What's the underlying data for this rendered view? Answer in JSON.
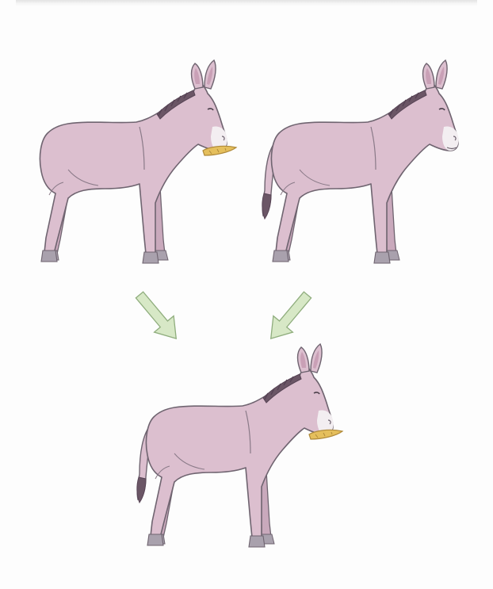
{
  "diagram": {
    "parents": [
      {
        "id": "parent-left",
        "tail": "absent",
        "carrot": "present"
      },
      {
        "id": "parent-right",
        "tail": "present",
        "carrot": "absent"
      }
    ],
    "offspring": {
      "id": "offspring",
      "tail": "present",
      "carrot": "present"
    },
    "arrows": [
      "parent-left-to-offspring",
      "parent-right-to-offspring"
    ],
    "colors": {
      "body": "#dcbfcf",
      "outline": "#6f6470",
      "mane": "#6b5666",
      "hoof": "#a9a1ad",
      "carrot": "#e5bf5c",
      "arrow_fill": "#d7e8c6",
      "arrow_stroke": "#8fad7d"
    }
  }
}
